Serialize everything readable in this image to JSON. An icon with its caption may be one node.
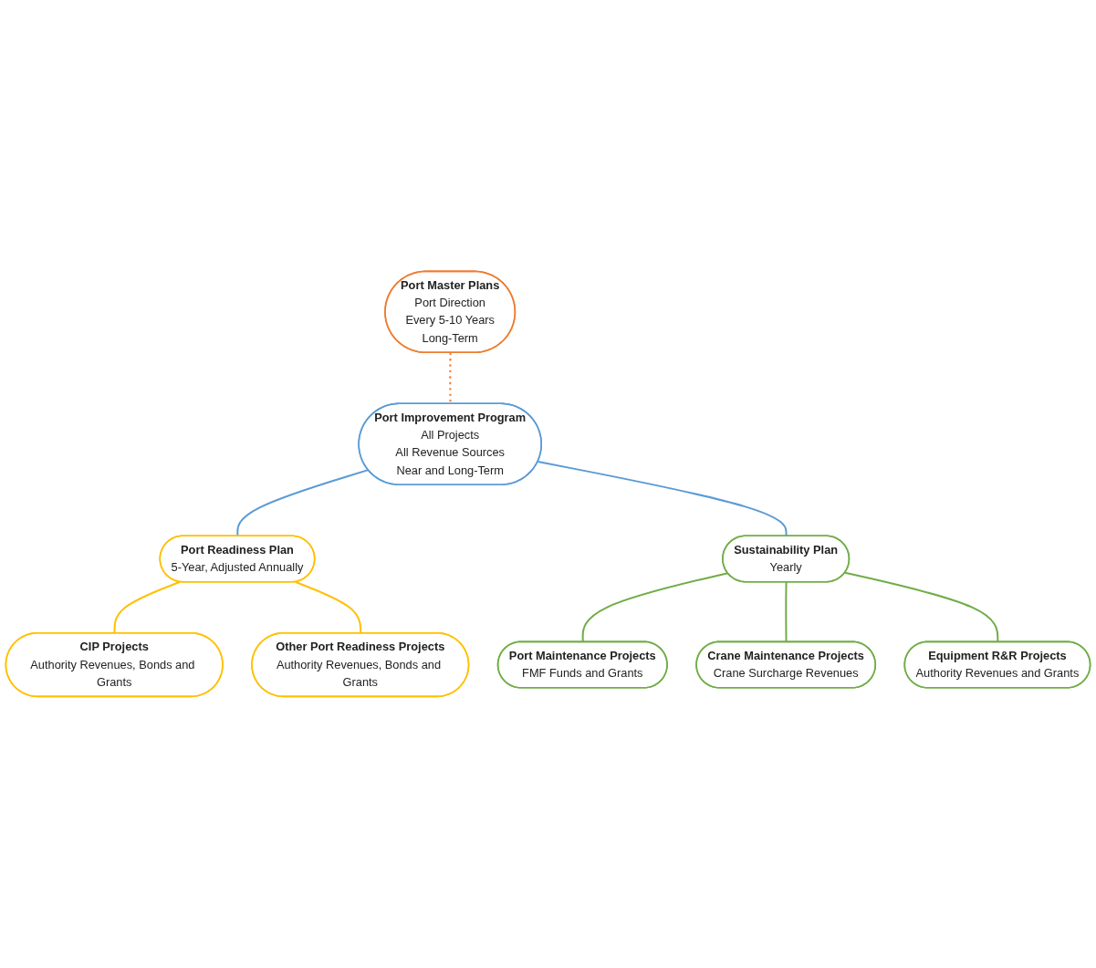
{
  "diagram": {
    "nodes": [
      {
        "text": [
          "Port Master Plans",
          "Port Direction",
          "Every 5-10 Years",
          "Long-Term"
        ]
      },
      {
        "text": [
          "Port Improvement Program",
          "All Projects",
          "All Revenue Sources",
          "Near and Long-Term"
        ]
      },
      {
        "text": [
          "Port Readiness Plan",
          "5-Year, Adjusted Annually"
        ]
      },
      {
        "text": [
          "Sustainability Plan",
          "Yearly"
        ]
      },
      {
        "text": [
          "CIP Projects",
          "Authority Revenues, Bonds and Grants"
        ]
      },
      {
        "text": [
          "Other Port Readiness Projects",
          "Authority Revenues, Bonds and Grants"
        ]
      },
      {
        "text": [
          "Port Maintenance Projects",
          "FMF Funds and Grants"
        ]
      },
      {
        "text": [
          "Crane Maintenance Projects",
          "Crane Surcharge Revenues"
        ]
      },
      {
        "text": [
          "Equipment R&R Projects",
          "Authority Revenues and Grants"
        ]
      }
    ],
    "edges": [
      {
        "from": 0,
        "to": 1,
        "arrow": "none",
        "style": "dashed",
        "color": "#ed7d31"
      },
      {
        "from": 1,
        "to": 2,
        "arrow": "none",
        "color": "#5b9bd5"
      },
      {
        "from": 1,
        "to": 3,
        "arrow": "none",
        "color": "#5b9bd5"
      },
      {
        "from": 2,
        "to": 4,
        "arrow": "none",
        "color": "#ffc000"
      },
      {
        "from": 2,
        "to": 5,
        "arrow": "none",
        "color": "#ffc000"
      },
      {
        "from": 3,
        "to": 6,
        "arrow": "none",
        "color": "#70ad47"
      },
      {
        "from": 3,
        "to": 7,
        "arrow": "none",
        "color": "#70ad47"
      },
      {
        "from": 3,
        "to": 8,
        "arrow": "none",
        "color": "#70ad47"
      }
    ]
  }
}
